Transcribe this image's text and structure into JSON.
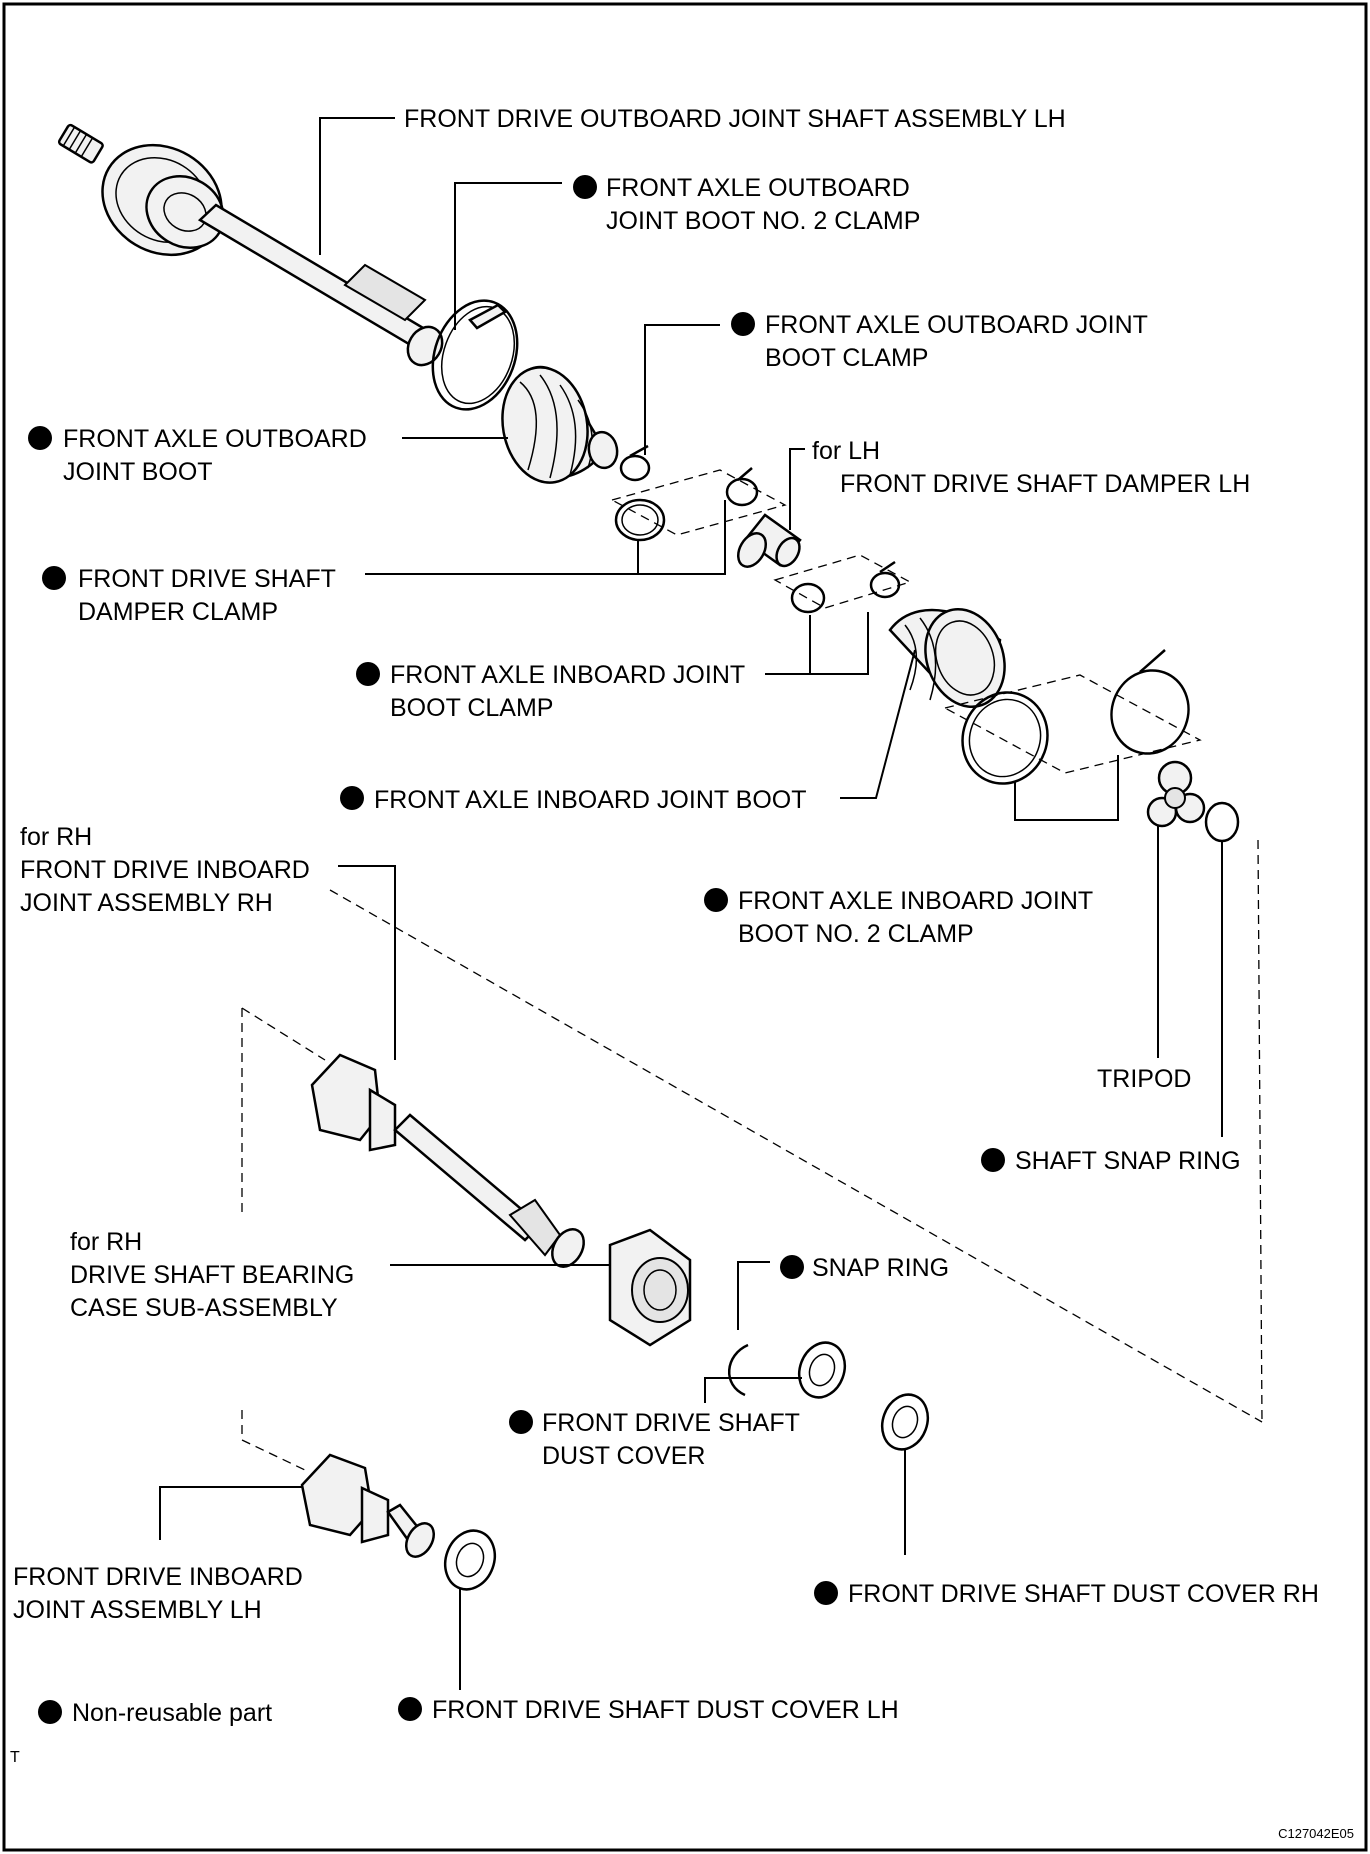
{
  "labels": {
    "outboard_joint_shaft": "FRONT DRIVE OUTBOARD JOINT SHAFT ASSEMBLY LH",
    "outboard_boot_no2_clamp_1": "FRONT AXLE OUTBOARD",
    "outboard_boot_no2_clamp_2": "JOINT BOOT NO. 2 CLAMP",
    "outboard_boot_clamp_1": "FRONT AXLE OUTBOARD JOINT",
    "outboard_boot_clamp_2": "BOOT CLAMP",
    "outboard_boot_1": "FRONT AXLE OUTBOARD",
    "outboard_boot_2": "JOINT BOOT",
    "damper_lh_1": "for LH",
    "damper_lh_2": "FRONT DRIVE SHAFT DAMPER LH",
    "damper_clamp_1": "FRONT DRIVE SHAFT",
    "damper_clamp_2": "DAMPER CLAMP",
    "inboard_boot_clamp_1": "FRONT AXLE INBOARD JOINT",
    "inboard_boot_clamp_2": "BOOT CLAMP",
    "inboard_boot": "FRONT AXLE INBOARD JOINT BOOT",
    "inboard_joint_rh_1": "for RH",
    "inboard_joint_rh_2": "FRONT DRIVE INBOARD",
    "inboard_joint_rh_3": "JOINT ASSEMBLY RH",
    "inboard_boot_no2_clamp_1": "FRONT AXLE INBOARD JOINT",
    "inboard_boot_no2_clamp_2": "BOOT NO. 2 CLAMP",
    "tripod": "TRIPOD",
    "shaft_snap_ring": "SHAFT SNAP RING",
    "bearing_case_1": "for RH",
    "bearing_case_2": "DRIVE SHAFT BEARING",
    "bearing_case_3": "CASE SUB-ASSEMBLY",
    "snap_ring": "SNAP RING",
    "dust_cover_1": "FRONT DRIVE SHAFT",
    "dust_cover_2": "DUST COVER",
    "dust_cover_rh": "FRONT DRIVE SHAFT DUST COVER RH",
    "inboard_joint_lh_1": "FRONT DRIVE INBOARD",
    "inboard_joint_lh_2": "JOINT ASSEMBLY LH",
    "legend": "Non-reusable part",
    "dust_cover_lh": "FRONT DRIVE SHAFT DUST COVER LH",
    "corner_mark": "T",
    "figure_code": "C127042E05"
  },
  "colors": {
    "line": "#000000",
    "part_fill": "#f2f2f2",
    "background": "#ffffff"
  }
}
